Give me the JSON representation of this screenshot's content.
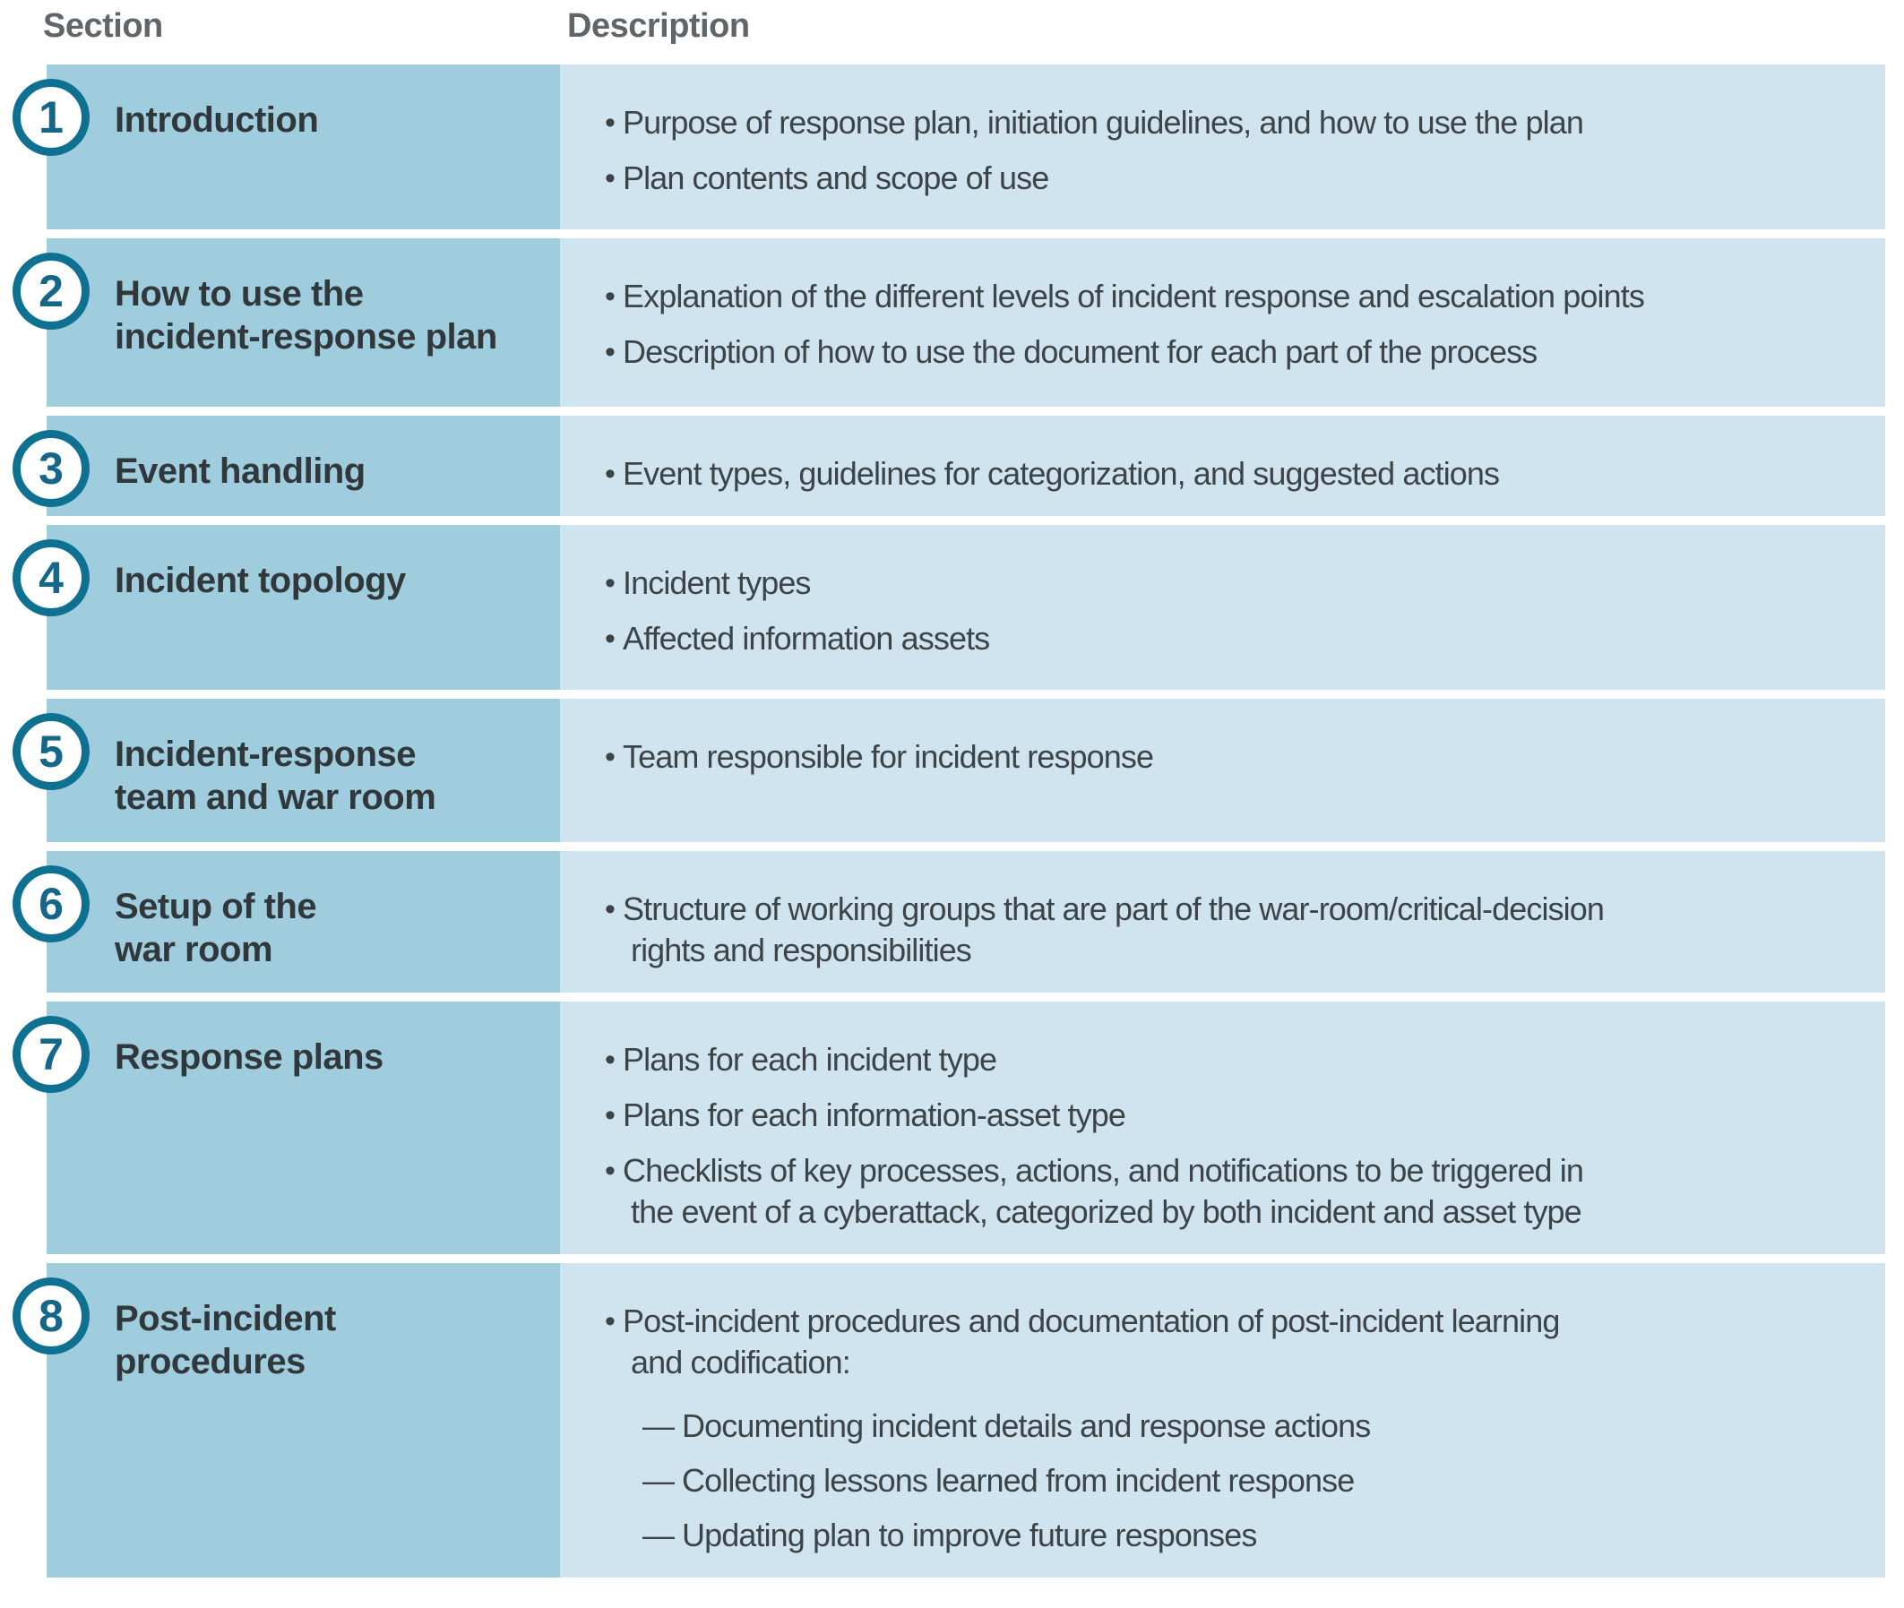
{
  "header": {
    "section_label": "Section",
    "description_label": "Description"
  },
  "glyphs": {
    "bullet": "•",
    "dash": "—"
  },
  "colors": {
    "section_cell_bg": "#a0cddd",
    "description_cell_bg": "#cfe4ef",
    "badge_ring": "#0e7191",
    "badge_number": "#15678a",
    "title_text": "#31383c",
    "body_text": "#3d4448",
    "header_text": "#5f6569"
  },
  "rows": [
    {
      "number": "1",
      "title_lines": [
        "Introduction"
      ],
      "bullets": [
        {
          "lines": [
            "Purpose of response plan, initiation guidelines, and how to use the plan"
          ]
        },
        {
          "lines": [
            "Plan contents and scope of use"
          ]
        }
      ]
    },
    {
      "number": "2",
      "title_lines": [
        "How to use the",
        "incident-response plan"
      ],
      "bullets": [
        {
          "lines": [
            "Explanation of the different levels of incident response and escalation points"
          ]
        },
        {
          "lines": [
            "Description of how to use the document for each part of the process"
          ]
        }
      ]
    },
    {
      "number": "3",
      "title_lines": [
        "Event handling"
      ],
      "bullets": [
        {
          "lines": [
            "Event types, guidelines for categorization, and suggested actions"
          ]
        }
      ]
    },
    {
      "number": "4",
      "title_lines": [
        "Incident topology"
      ],
      "bullets": [
        {
          "lines": [
            "Incident types"
          ]
        },
        {
          "lines": [
            "Affected information assets"
          ]
        }
      ]
    },
    {
      "number": "5",
      "title_lines": [
        "Incident-response",
        "team and war room"
      ],
      "bullets": [
        {
          "lines": [
            "Team responsible for incident response"
          ]
        }
      ]
    },
    {
      "number": "6",
      "title_lines": [
        "Setup of the",
        "war room"
      ],
      "bullets": [
        {
          "lines": [
            "Structure of working groups that are part of the war-room/critical-decision",
            "rights and responsibilities"
          ]
        }
      ]
    },
    {
      "number": "7",
      "title_lines": [
        "Response plans"
      ],
      "bullets": [
        {
          "lines": [
            "Plans for each incident type"
          ]
        },
        {
          "lines": [
            "Plans for each information-asset type"
          ]
        },
        {
          "lines": [
            "Checklists of key processes, actions, and notifications to be triggered in",
            "the event of a cyberattack, categorized by both incident and asset type"
          ]
        }
      ]
    },
    {
      "number": "8",
      "title_lines": [
        "Post-incident",
        "procedures"
      ],
      "bullets": [
        {
          "lines": [
            "Post-incident procedures and documentation of post-incident learning",
            "and codification:"
          ],
          "sub_items": [
            "Documenting incident details and response actions",
            "Collecting lessons learned from incident response",
            "Updating plan to improve future responses"
          ]
        }
      ]
    }
  ]
}
